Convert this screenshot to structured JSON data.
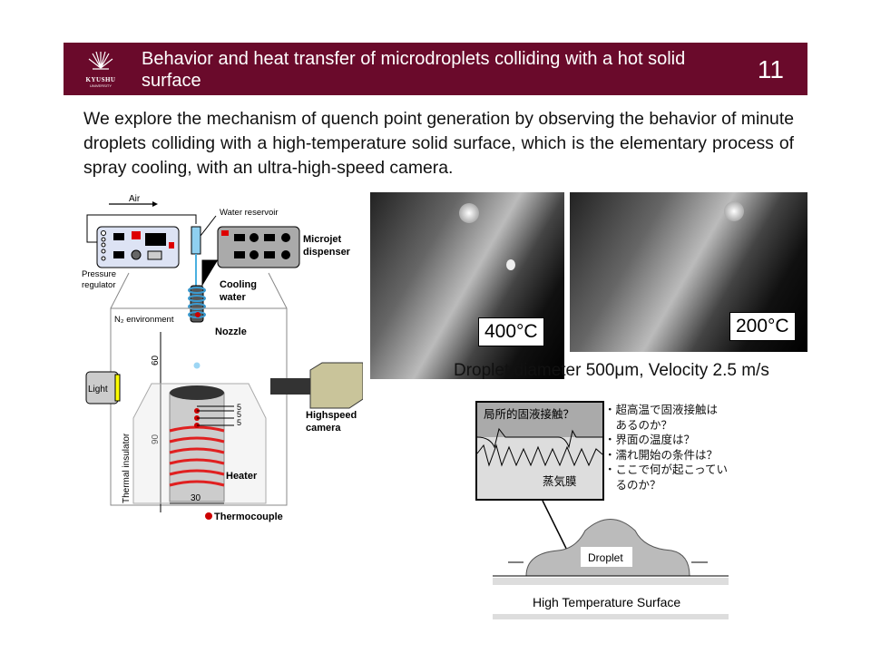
{
  "header": {
    "title": "Behavior and heat transfer of microdroplets colliding with a hot solid surface",
    "slide_number": "11",
    "logo": {
      "name": "KYUSHU",
      "sub": "UNIVERSITY"
    }
  },
  "body_text": "We explore the mechanism of quench point generation by observing the behavior of minute droplets colliding with a high-temperature solid surface, which is the elementary process of spray cooling, with an ultra-high-speed camera.",
  "apparatus": {
    "air": "Air",
    "water_reservoir": "Water reservoir",
    "microjet1": "Microjet",
    "microjet2": "dispenser",
    "pressure1": "Pressure",
    "pressure2": "regulator",
    "cooling1": "Cooling",
    "cooling2": "water",
    "n2": "N₂ environment",
    "nozzle": "Nozzle",
    "dim_60": "60",
    "dim_90": "90",
    "dim_30": "30",
    "dim_5a": "5",
    "dim_5b": "5",
    "dim_5c": "5",
    "light": "Light",
    "insulator": "Thermal insulator",
    "heater": "Heater",
    "camera1": "Highspeed",
    "camera2": "camera",
    "thermocouple": "Thermocouple"
  },
  "photos": {
    "left_label": "400°C",
    "right_label": "200°C",
    "caption": "Droplet diameter 500μm, Velocity 2.5 m/s"
  },
  "schematic": {
    "inset_title": "局所的固液接触？",
    "vapor_film": "蒸気膜",
    "droplet": "Droplet",
    "surface": "High Temperature Surface",
    "questions": [
      "・超高温で固液接触は",
      "　あるのか？",
      "・界面の温度は？",
      "・濡れ開始の条件は？",
      "・ここで何が起こってい",
      "　るのか？"
    ]
  }
}
